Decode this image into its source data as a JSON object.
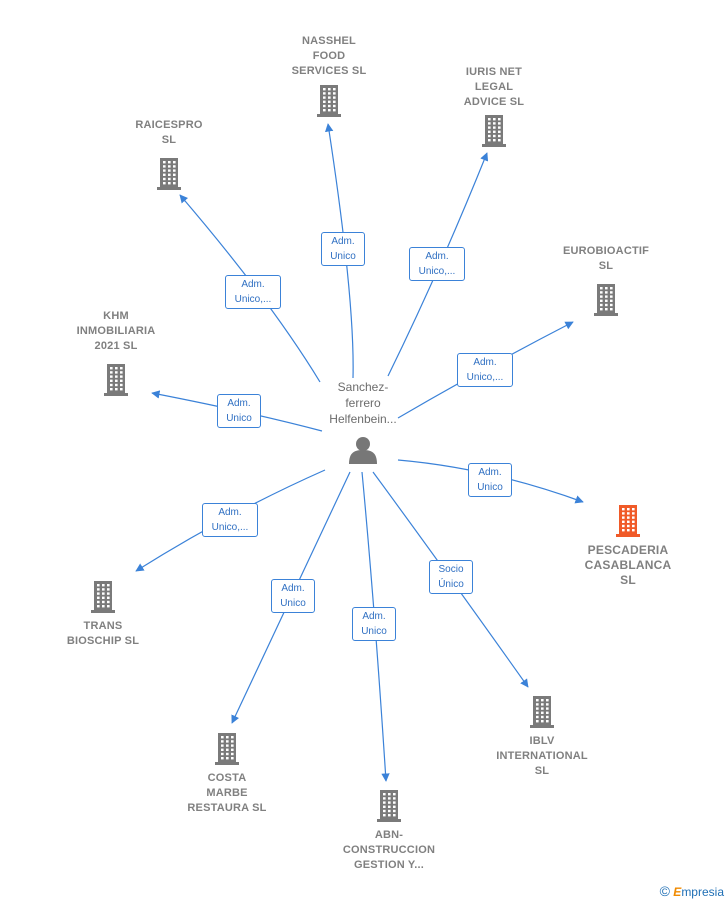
{
  "center": {
    "name": "Sanchez-\nferrero\nHelfenbein...",
    "icon": "person-icon",
    "color": "#777777"
  },
  "nodes": [
    {
      "id": "nasshel",
      "label": "NASSHEL\nFOOD\nSERVICES  SL",
      "icon": "building-icon"
    },
    {
      "id": "iuris",
      "label": "IURIS NET\nLEGAL\nADVICE  SL",
      "icon": "building-icon"
    },
    {
      "id": "raicespro",
      "label": "RAICESPRO\nSL",
      "icon": "building-icon"
    },
    {
      "id": "eurobioactif",
      "label": "EUROBIOACTIF\nSL",
      "icon": "building-icon"
    },
    {
      "id": "khm",
      "label": "KHM\nINMOBILIARIA\n2021  SL",
      "icon": "building-icon"
    },
    {
      "id": "pescaderia",
      "label": "PESCADERIA\nCASABLANCA\nSL",
      "icon": "building-icon",
      "highlight": true
    },
    {
      "id": "trans",
      "label": "TRANS\nBIOSCHIP  SL",
      "icon": "building-icon"
    },
    {
      "id": "iblv",
      "label": "IBLV\nINTERNATIONAL\nSL",
      "icon": "building-icon"
    },
    {
      "id": "costa",
      "label": "COSTA\nMARBE\nRESTAURA  SL",
      "icon": "building-icon"
    },
    {
      "id": "abn",
      "label": "ABN-\nCONSTRUCCION\nGESTION Y...",
      "icon": "building-icon"
    }
  ],
  "edges": [
    {
      "to": "nasshel",
      "label": "Adm.\nUnico"
    },
    {
      "to": "iuris",
      "label": "Adm.\nUnico,..."
    },
    {
      "to": "raicespro",
      "label": "Adm.\nUnico,..."
    },
    {
      "to": "eurobioactif",
      "label": "Adm.\nUnico,..."
    },
    {
      "to": "khm",
      "label": "Adm.\nUnico"
    },
    {
      "to": "pescaderia",
      "label": "Adm.\nUnico"
    },
    {
      "to": "trans",
      "label": "Adm.\nUnico,..."
    },
    {
      "to": "iblv",
      "label": "Socio\nÚnico"
    },
    {
      "to": "costa",
      "label": "Adm.\nUnico"
    },
    {
      "to": "abn",
      "label": "Adm.\nUnico"
    }
  ],
  "colors": {
    "edge": "#3b82d8",
    "building": "#7a7a7a",
    "building_highlight": "#f05a28",
    "label": "#808080"
  },
  "footer": {
    "copyright_symbol": "©",
    "brand_initial": "E",
    "brand_rest": "mpresia"
  }
}
